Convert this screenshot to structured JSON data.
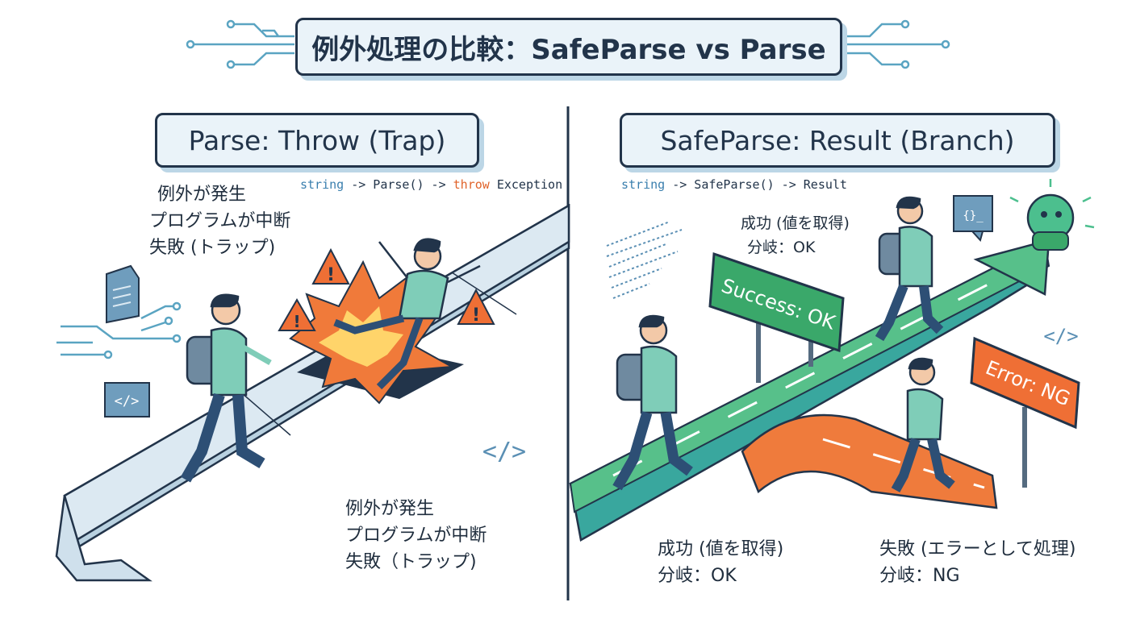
{
  "title": "例外処理の比較：SafeParse vs Parse",
  "left": {
    "heading": "Parse: Throw (Trap)",
    "code": {
      "type": "string",
      "arrow1": " -> Parse() -> ",
      "throw": "throw",
      "exception": " Exception"
    },
    "label_top": [
      "例外が発生",
      "プログラムが中断",
      "失敗 (トラップ)"
    ],
    "label_bottom": [
      "例外が発生",
      "プログラムが中断",
      "失敗（トラップ)"
    ]
  },
  "right": {
    "heading": "SafeParse: Result (Branch)",
    "code": {
      "type": "string",
      "rest": " -> SafeParse() -> Result"
    },
    "label_top": [
      "成功 (値を取得)",
      "分岐：OK"
    ],
    "success_sign": "Success: OK",
    "error_sign": "Error: NG",
    "label_success": [
      "成功 (値を取得)",
      "分岐：OK"
    ],
    "label_fail": [
      "失敗 (エラーとして処理)",
      "分岐：NG"
    ]
  },
  "icons": [
    "code-icon",
    "document-icon",
    "warning-icon",
    "terminal-icon",
    "robot-icon"
  ],
  "colors": {
    "navy": "#22344a",
    "success": "#3aa86a",
    "error": "#e8703a",
    "path": "#dce9f2"
  }
}
